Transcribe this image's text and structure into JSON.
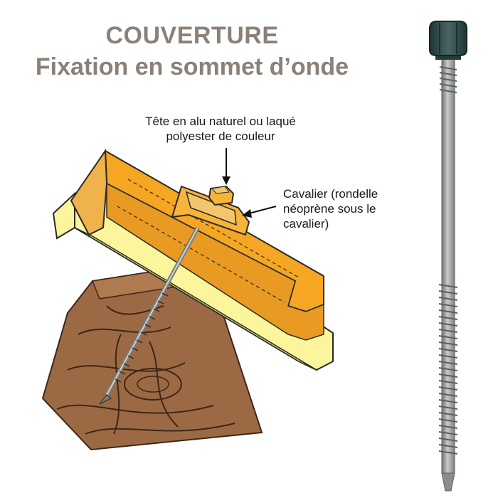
{
  "title": {
    "line1": "COUVERTURE",
    "line2": "Fixation en sommet d’onde"
  },
  "labels": {
    "head": [
      "Tête en alu naturel ou laqué",
      "polyester de couleur"
    ],
    "cavalier": [
      "Cavalier (rondelle",
      "néoprène sous le",
      "cavalier)"
    ]
  },
  "colors": {
    "title": "#8b8178",
    "sheet_top": "#f5a623",
    "sheet_side": "#e89a22",
    "panel": "#fbf59c",
    "wood": "#9b6a45",
    "screw_head": "#2f4a4a",
    "screw_shank": "#a0a3a0"
  }
}
